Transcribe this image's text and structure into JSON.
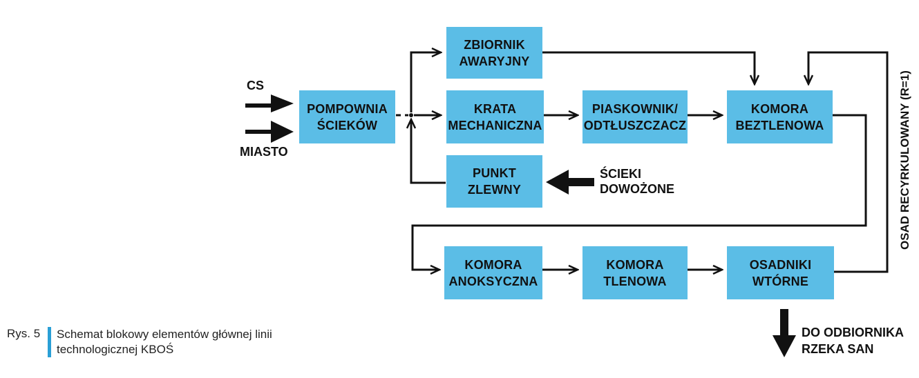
{
  "diagram": {
    "box_color": "#5bbde6",
    "line_color": "#111111",
    "boxes": {
      "pompownia": {
        "line1": "POMPOWNIA",
        "line2": "ŚCIEKÓW"
      },
      "zbiornik": {
        "line1": "ZBIORNIK",
        "line2": "AWARYJNY"
      },
      "krata": {
        "line1": "KRATA",
        "line2": "MECHANICZNA"
      },
      "punkt": {
        "line1": "PUNKT",
        "line2": "ZLEWNY"
      },
      "piaskownik": {
        "line1": "PIASKOWNIK/",
        "line2": "ODTŁUSZCZACZ"
      },
      "komora_beztlenowa": {
        "line1": "KOMORA",
        "line2": "BEZTLENOWA"
      },
      "komora_anoksyczna": {
        "line1": "KOMORA",
        "line2": "ANOKSYCZNA"
      },
      "komora_tlenowa": {
        "line1": "KOMORA",
        "line2": "TLENOWA"
      },
      "osadniki": {
        "line1": "OSADNIKI",
        "line2": "WTÓRNE"
      }
    },
    "labels": {
      "cs": "CS",
      "miasto": "MIASTO",
      "scieki_line1": "ŚCIEKI",
      "scieki_line2": "DOWOŻONE",
      "recycle": "OSAD RECYRKULOWANY (R=1)",
      "outlet_line1": "DO ODBIORNIKA",
      "outlet_line2": "RZEKA SAN"
    }
  },
  "caption": {
    "prefix": "Rys. 5",
    "text": "Schemat blokowy elementów głównej linii technologicznej KBOŚ",
    "bar_color": "#2a9fd6"
  }
}
